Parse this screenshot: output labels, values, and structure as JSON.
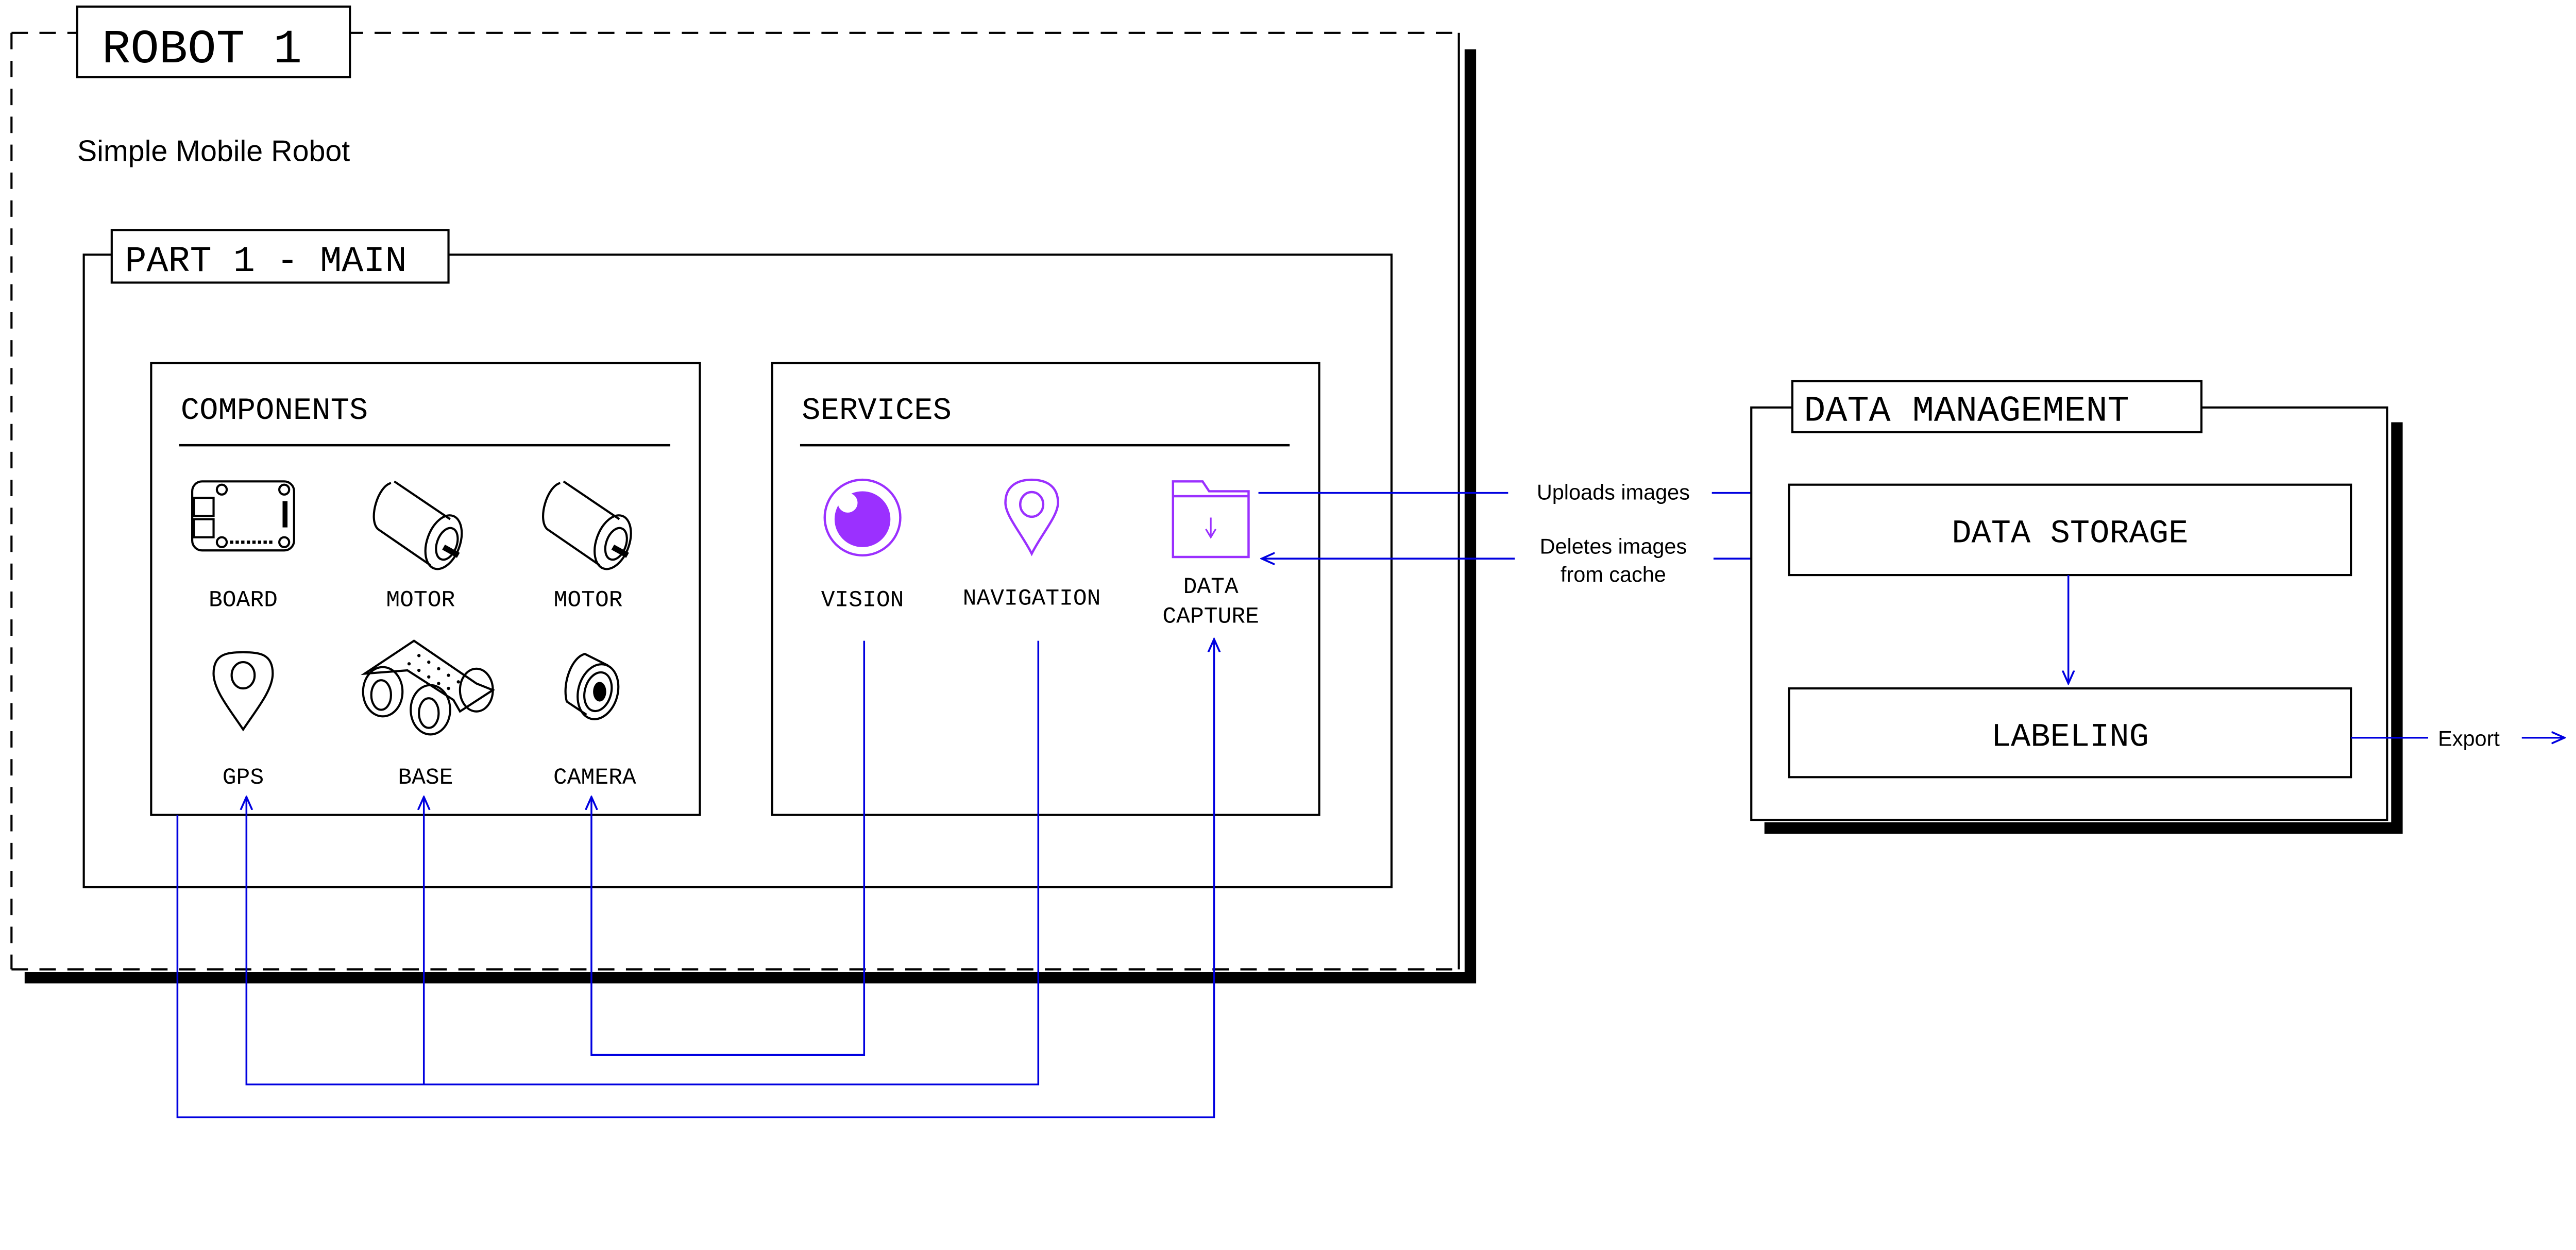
{
  "robot": {
    "title": "ROBOT 1",
    "subtitle": "Simple Mobile Robot"
  },
  "part": {
    "title": "PART 1 - MAIN"
  },
  "components": {
    "title": "COMPONENTS",
    "items": [
      {
        "label": "BOARD",
        "icon": "board-icon"
      },
      {
        "label": "MOTOR",
        "icon": "motor-icon"
      },
      {
        "label": "MOTOR",
        "icon": "motor-icon"
      },
      {
        "label": "GPS",
        "icon": "location-pin-icon"
      },
      {
        "label": "BASE",
        "icon": "robot-base-icon"
      },
      {
        "label": "CAMERA",
        "icon": "camera-icon"
      }
    ]
  },
  "services": {
    "title": "SERVICES",
    "items": [
      {
        "label": "VISION",
        "icon": "eye-icon"
      },
      {
        "label": "NAVIGATION",
        "icon": "location-pin-icon"
      },
      {
        "label_line1": "DATA",
        "label_line2": "CAPTURE",
        "icon": "folder-download-icon"
      }
    ]
  },
  "flows": {
    "uploads": "Uploads images",
    "deletes_line1": "Deletes images",
    "deletes_line2": "from cache",
    "export": "Export"
  },
  "data_management": {
    "title": "DATA MANAGEMENT",
    "storage": "DATA STORAGE",
    "labeling": "LABELING"
  },
  "colors": {
    "connector": "#0000e0",
    "service_icon": "#9b30ff",
    "line": "#000000"
  }
}
